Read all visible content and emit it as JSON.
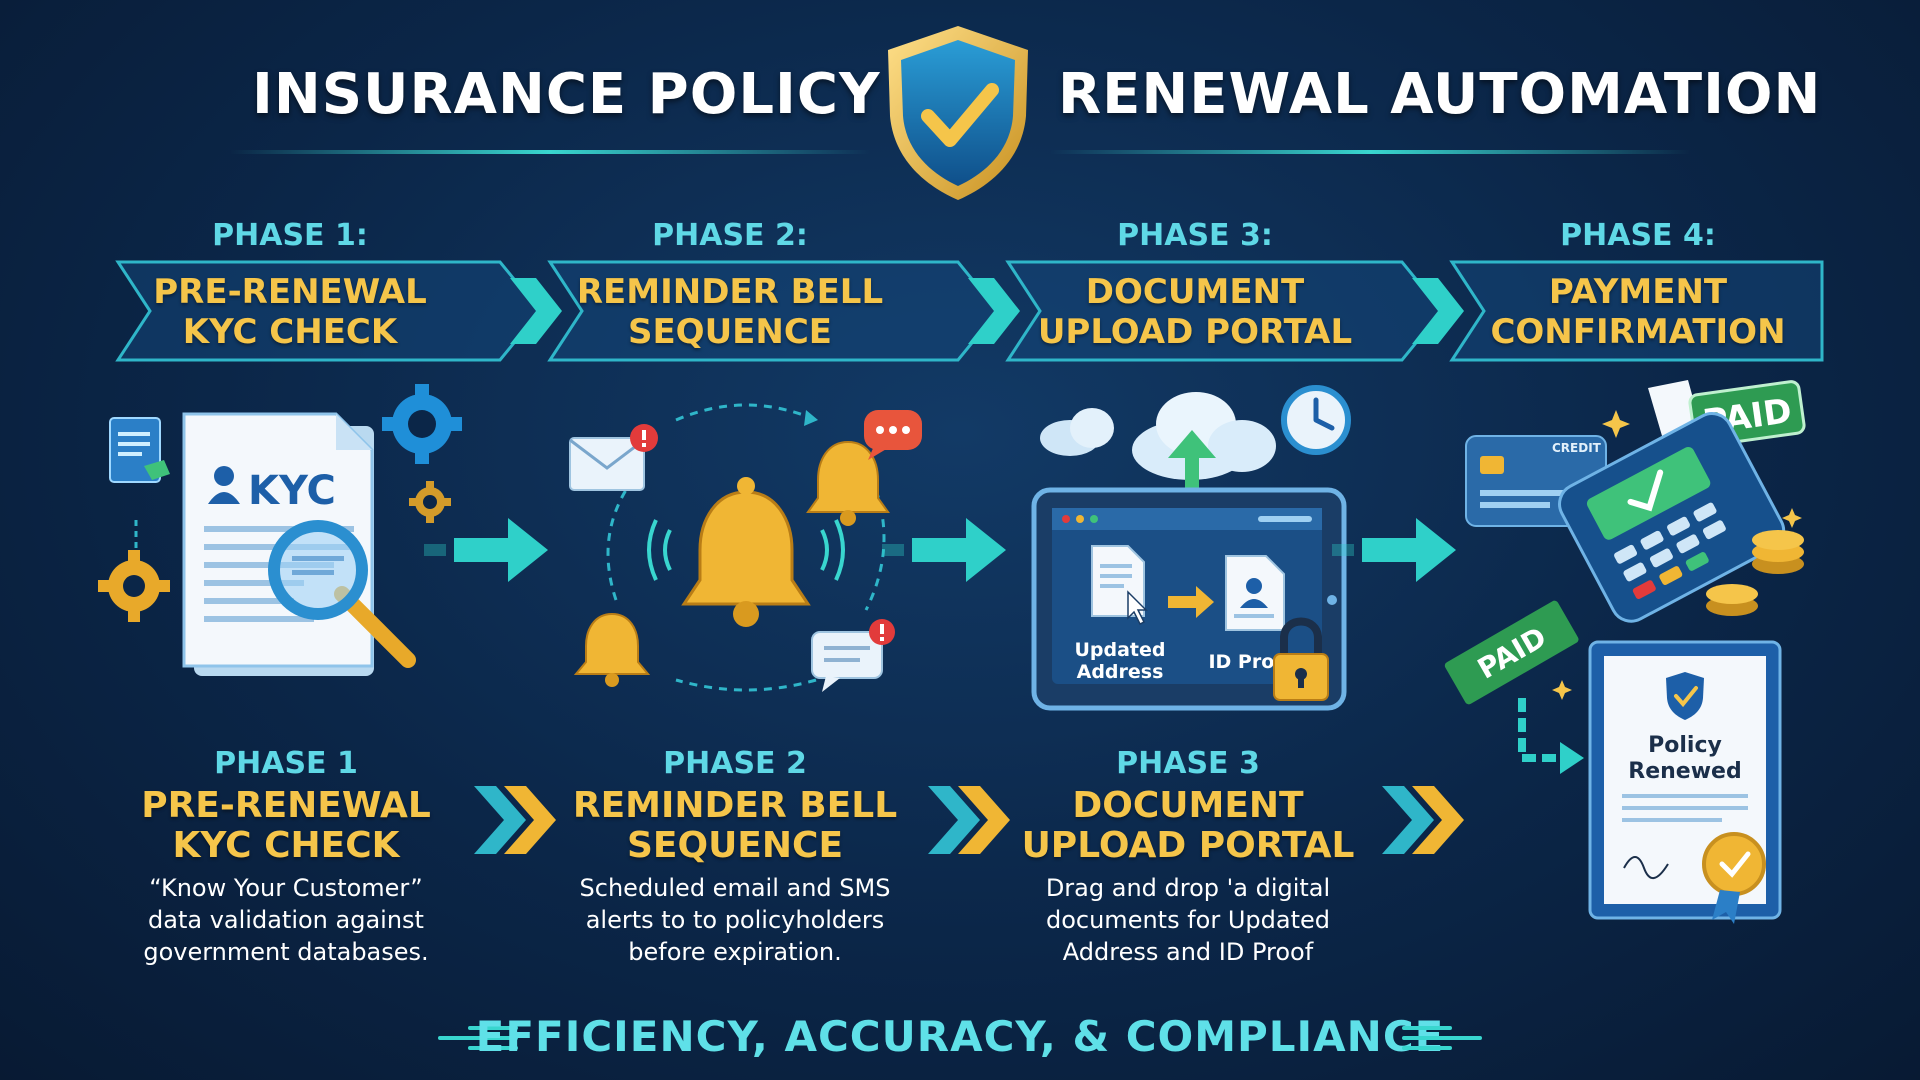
{
  "header": {
    "title_left": "INSURANCE POLICY",
    "title_right": "RENEWAL AUTOMATION",
    "shield_icon": "shield-check-icon"
  },
  "phases": [
    {
      "banner_label": "PHASE 1:",
      "banner_title_line1": "PRE-RENEWAL",
      "banner_title_line2": "KYC CHECK",
      "illustration_text": "KYC",
      "label": "PHASE 1",
      "title_line1": "PRE-RENEWAL",
      "title_line2": "KYC CHECK",
      "desc_line1": "“Know Your Customer”",
      "desc_line2": "data validation against",
      "desc_line3": "government databases."
    },
    {
      "banner_label": "PHASE 2:",
      "banner_title_line1": "REMINDER BELL",
      "banner_title_line2": "SEQUENCE",
      "label": "PHASE 2",
      "title_line1": "REMINDER BELL",
      "title_line2": "SEQUENCE",
      "desc_line1": "Scheduled email and SMS",
      "desc_line2": "alerts to to policyholders",
      "desc_line3": "before expiration."
    },
    {
      "banner_label": "PHASE 3:",
      "banner_title_line1": "DOCUMENT",
      "banner_title_line2": "UPLOAD PORTAL",
      "illustration_doc1_line1": "Updated",
      "illustration_doc1_line2": "Address",
      "illustration_doc2": "ID Proof",
      "label": "PHASE 3",
      "title_line1": "DOCUMENT",
      "title_line2": "UPLOAD PORTAL",
      "desc_line1": "Drag and drop 'a digital",
      "desc_line2": "documents for Updated",
      "desc_line3": "Address and ID Proof"
    },
    {
      "banner_label": "PHASE 4:",
      "banner_title_line1": "PAYMENT",
      "banner_title_line2": "CONFIRMATION",
      "card_text": "CREDIT",
      "paid_stamp": "PAID",
      "paid_slip": "PAID",
      "certificate_line1": "Policy",
      "certificate_line2": "Renewed"
    }
  ],
  "footer": {
    "text": "EFFICIENCY, ACCURACY, & COMPLIANCE"
  },
  "colors": {
    "background": "#0b2648",
    "accent_teal": "#39d6cf",
    "accent_gold": "#f5c54a",
    "label_cyan": "#5fd8e6"
  }
}
